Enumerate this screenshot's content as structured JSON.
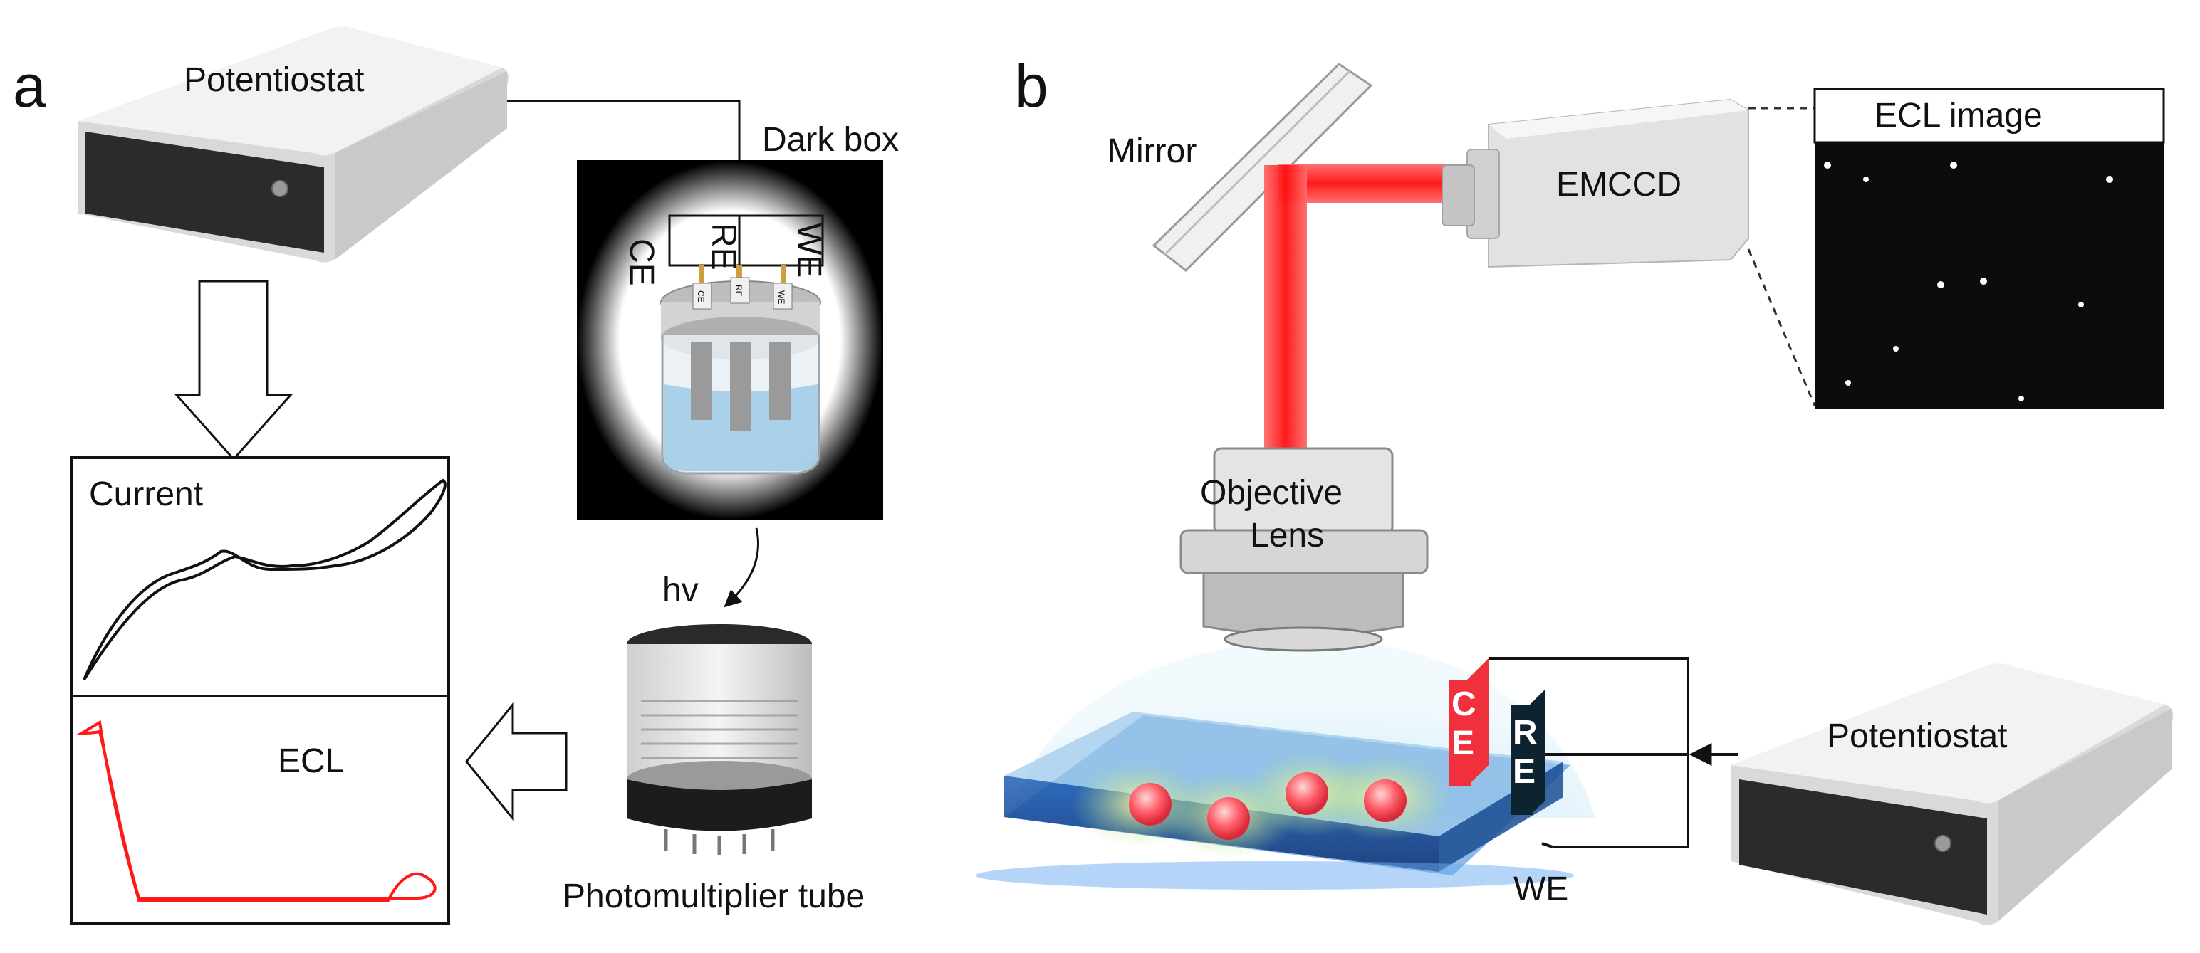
{
  "panels": {
    "a": {
      "letter": "a",
      "potentiostat_label": "Potentiostat",
      "dark_box_label": "Dark box",
      "electrode_labels": [
        "CE",
        "RE",
        "WE"
      ],
      "cell_cap_labels": [
        "CE",
        "RE",
        "WE"
      ],
      "hv_label": "hv",
      "pmt_label": "Photomultiplier tube",
      "current_label": "Current",
      "ecl_label": "ECL"
    },
    "b": {
      "letter": "b",
      "mirror_label": "Mirror",
      "emccd_label": "EMCCD",
      "ecl_image_label": "ECL image",
      "objective_line1": "Objective",
      "objective_line2": "Lens",
      "potentiostat_label": "Potentiostat",
      "electrode_ce": [
        "C",
        "E"
      ],
      "electrode_re": [
        "R",
        "E"
      ],
      "we_label": "WE"
    }
  },
  "colors": {
    "laser": "#ff2a2a",
    "ecl_trace": "#ff1a1a",
    "current_trace": "#111111",
    "ce_electrode": "#f0303c",
    "re_electrode": "#0e2330",
    "device_body": "#e4e4e4",
    "device_panel": "#2b2b2b"
  },
  "icons": [
    "potentiostat-icon",
    "electrochemical-cell-icon",
    "photomultiplier-tube-icon",
    "emccd-camera-icon",
    "objective-lens-icon",
    "mirror-icon",
    "flow-arrow-icon"
  ]
}
